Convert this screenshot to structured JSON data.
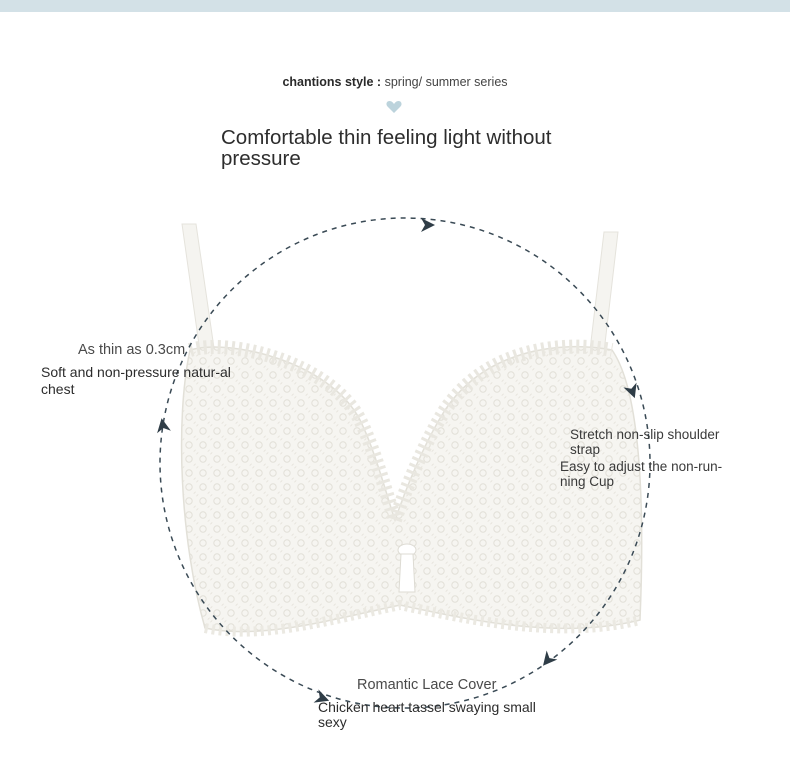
{
  "header": {
    "brand_label": "chantions style :",
    "series": "spring/ summer series",
    "headline": "Comfortable thin feeling light without pressure"
  },
  "callouts": {
    "thin": {
      "title": "As thin as 0.3cm",
      "desc": "Soft and non-pressure natur-al chest"
    },
    "strap": {
      "title": "Stretch non-slip shoulder strap",
      "desc": "Easy to adjust the non-run-ning Cup"
    },
    "lace": {
      "title": "Romantic Lace Cover",
      "desc": "Chicken heart tassel swaying small sexy"
    }
  },
  "colors": {
    "band": "#d3e1e7",
    "heart": "#bcd3dc",
    "arrow": "#3a4a55",
    "lace": "#f3f2ee"
  },
  "icons": {
    "heart": "heart-icon",
    "arrow": "arrow-head-icon"
  }
}
